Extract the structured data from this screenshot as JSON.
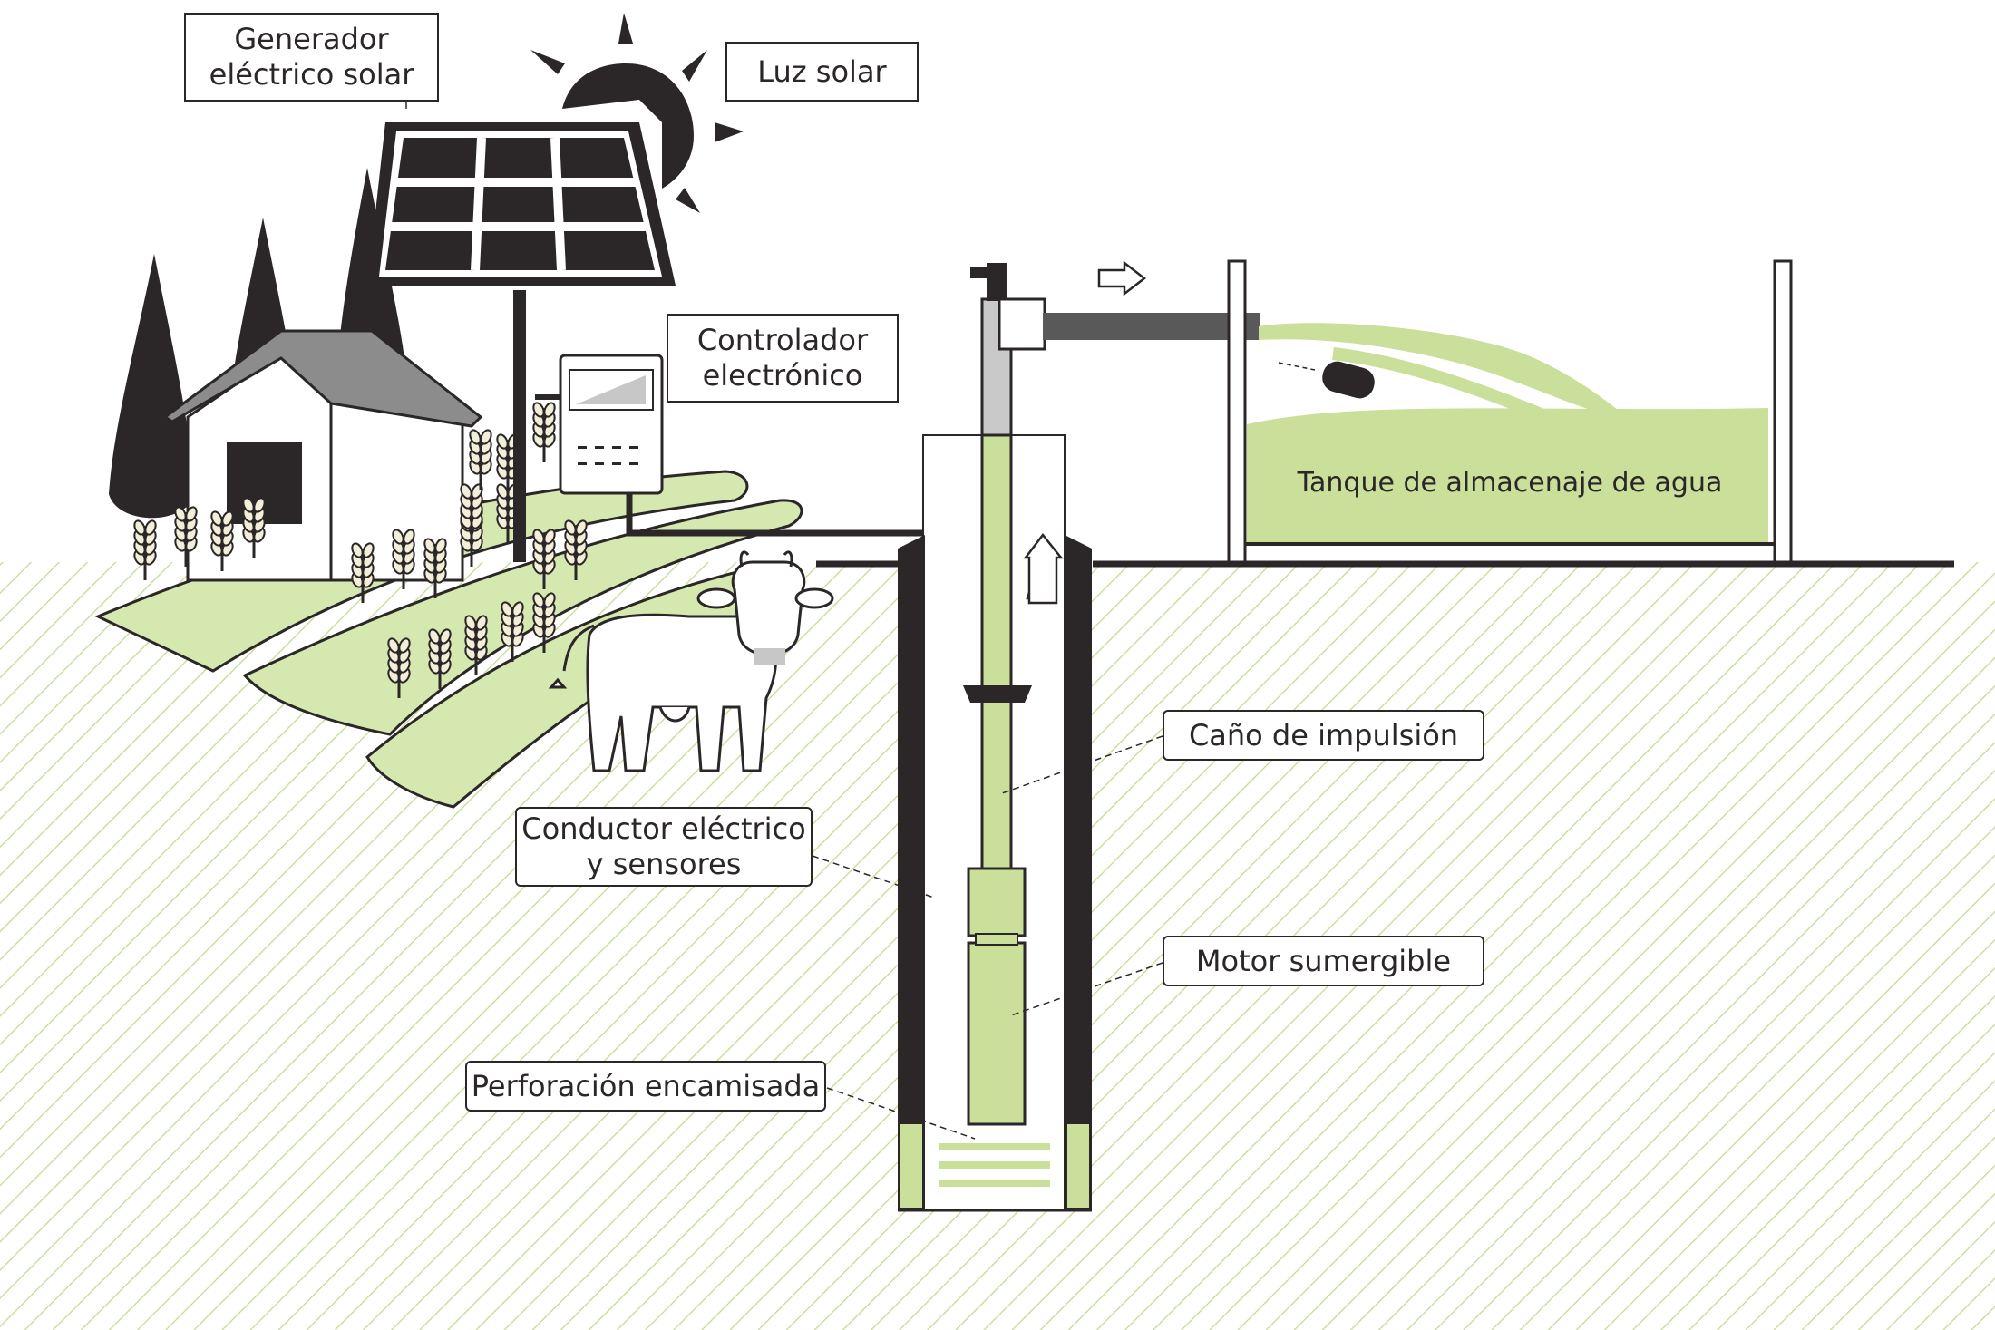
{
  "labels": {
    "generator": "Generador\neléctrico solar",
    "sunlight": "Luz solar",
    "controller": "Controlador\nelectrónico",
    "tank": "Tanque de almacenaje de agua",
    "riser_pipe": "Caño de impulsión",
    "cable": "Conductor eléctrico\ny sensores",
    "motor": "Motor sumergible",
    "borehole": "Perforación encamisada"
  },
  "colors": {
    "ink": "#2b2728",
    "water_green": "#c9df9a",
    "field_green": "#d4e8b0",
    "hatch_green": "#c3d98e",
    "roof_gray": "#8c8c8c",
    "pipe_gray": "#595959"
  },
  "icons": [
    "sun-icon",
    "solar-panel-icon",
    "house-icon",
    "tree-icon",
    "wheat-icon",
    "cow-icon",
    "controller-icon",
    "tap-icon",
    "flow-arrow-icon",
    "float-switch-icon"
  ]
}
